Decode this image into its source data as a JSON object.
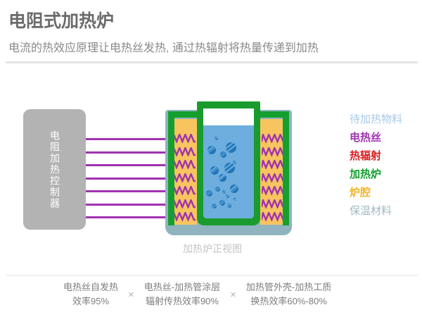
{
  "header": {
    "title": "电阻式加热炉",
    "subtitle": "电流的热效应原理让电热丝发热, 通过热辐射将热量传递到加热",
    "title_color": "#6b6b6b",
    "subtitle_color": "#8a8a8a"
  },
  "controller": {
    "label": "电阻加热控制器",
    "box_color": "#b3b3b3",
    "text_color": "#ffffff"
  },
  "wires": {
    "count": 7,
    "color": "#a033b0"
  },
  "diagram": {
    "caption": "加热炉正视图",
    "caption_color": "#c3c3c3",
    "colors": {
      "insulation": "#8fb4bf",
      "cavity": "#f7c45f",
      "furnace_shell": "#14a02e",
      "vessel": "#1a9b2d",
      "liquid": "#6daede",
      "bubble": "#2076b8",
      "coil": "#a033b0",
      "headspace": "#ffffff"
    },
    "coil_segments": 7,
    "bubble_count": 17
  },
  "legend": {
    "items": [
      {
        "label": "待加热物料",
        "color": "#a6c8e8",
        "bold": false
      },
      {
        "label": "电热丝",
        "color": "#a033b0",
        "bold": true
      },
      {
        "label": "热辐射",
        "color": "#d82020",
        "bold": true
      },
      {
        "label": "加热炉",
        "color": "#14a02e",
        "bold": true
      },
      {
        "label": "炉腔",
        "color": "#f0b429",
        "bold": true
      },
      {
        "label": "保温材料",
        "color": "#9fb9c4",
        "bold": false
      }
    ]
  },
  "formula": {
    "operator": "×",
    "blocks": [
      {
        "line1": "电热丝自发热",
        "line2": "效率95%"
      },
      {
        "line1": "电热丝-加热管涂层",
        "line2": "辐射传热效率90%"
      },
      {
        "line1": "加热管外壳-加热工质",
        "line2": "换热效率60%-80%"
      }
    ]
  }
}
